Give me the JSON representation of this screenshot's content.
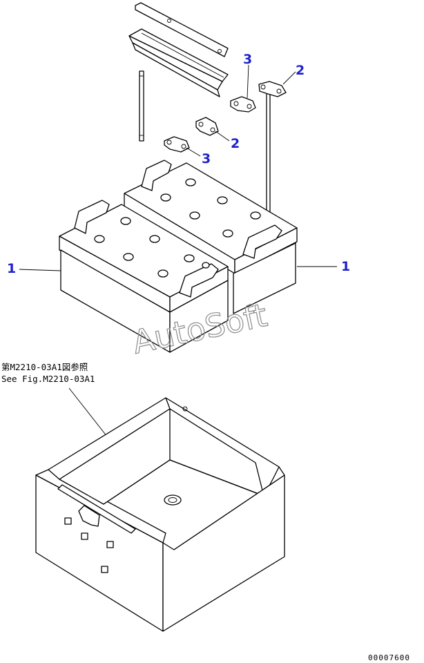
{
  "callouts": {
    "battery_left": "1",
    "battery_right": "1",
    "clamp_top": "3",
    "clamp_mid": "3",
    "terminal_top": "2",
    "terminal_mid": "2"
  },
  "reference": {
    "line_jp": "第M2210-03A1図参照",
    "line_en": "See Fig.M2210-03A1"
  },
  "watermark": "AutoSoft",
  "drawing_code": "00007600",
  "colors": {
    "callout": "#1e22c8",
    "line": "#000000",
    "watermark": "#8c8c8c"
  }
}
